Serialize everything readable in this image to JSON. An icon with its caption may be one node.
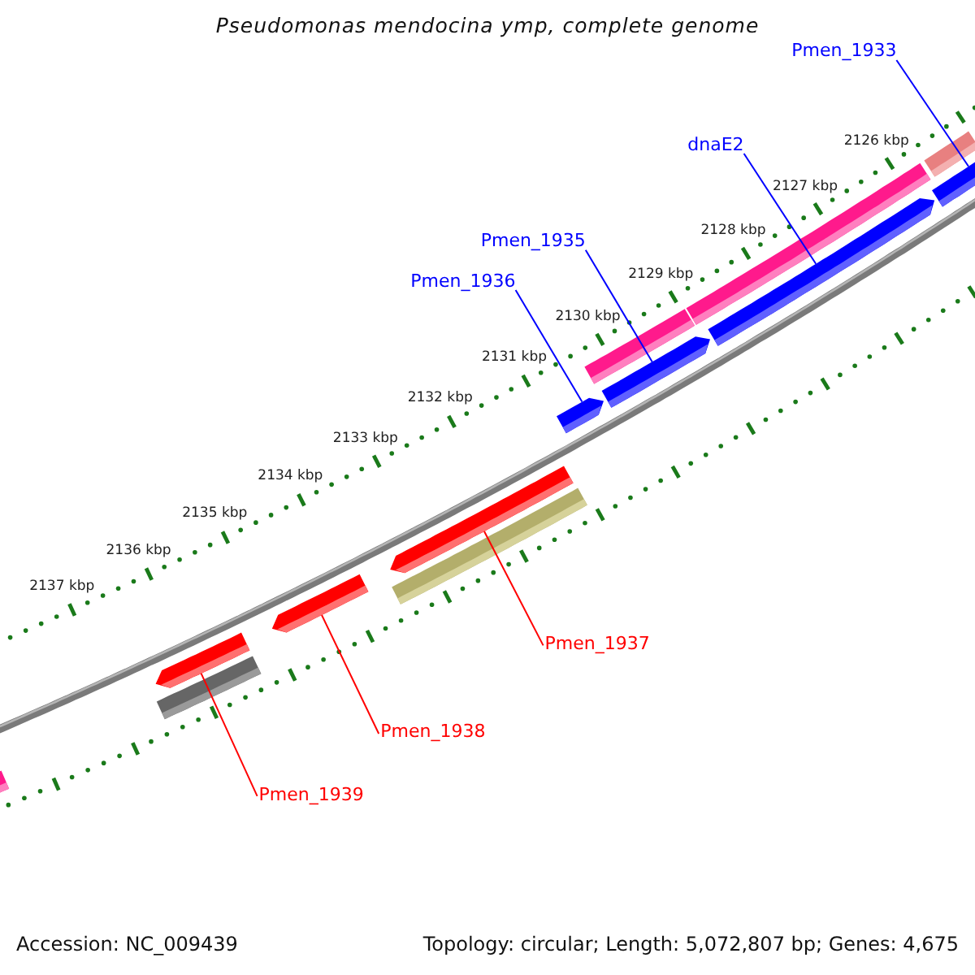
{
  "diagram": {
    "title": "Pseudomonas mendocina ymp, complete genome",
    "nodes": [
      {
        "text": [
          "Pmen_1933"
        ]
      },
      {
        "text": [
          "dnaE2"
        ]
      },
      {
        "text": [
          "Pmen_1935"
        ]
      },
      {
        "text": [
          "Pmen_1936"
        ]
      },
      {
        "text": [
          "Pmen_1937"
        ]
      },
      {
        "text": [
          "Pmen_1938"
        ]
      },
      {
        "text": [
          "Pmen_1939"
        ]
      },
      {
        "text": [],
        "shape": "bar"
      },
      {
        "text": [],
        "shape": "arrow"
      },
      {
        "text": [],
        "shape": "bar"
      },
      {
        "text": [],
        "shape": "arrow"
      },
      {
        "text": [],
        "shape": "arrow"
      },
      {
        "text": [],
        "shape": "bar"
      },
      {
        "text": [],
        "shape": "arrow"
      },
      {
        "text": [],
        "shape": "bar"
      },
      {
        "text": [],
        "shape": "arrow"
      },
      {
        "text": [],
        "shape": "bar"
      },
      {
        "text": [],
        "shape": "arrow"
      },
      {
        "text": [],
        "shape": "bar"
      },
      {
        "text": [],
        "shape": "arrow"
      }
    ],
    "edges": [
      {
        "from": 0,
        "to": 19,
        "arrow": "none"
      },
      {
        "from": 1,
        "to": 17,
        "arrow": "none"
      },
      {
        "from": 2,
        "to": 15,
        "arrow": "none"
      },
      {
        "from": 3,
        "to": 13,
        "arrow": "none"
      },
      {
        "from": 4,
        "to": 11,
        "arrow": "none",
        "color": "#ff0000"
      },
      {
        "from": 5,
        "to": 10,
        "arrow": "none",
        "color": "#ff0000"
      },
      {
        "from": 6,
        "to": 8,
        "arrow": "none",
        "color": "#ff0000"
      }
    ],
    "labels": [
      "2126 kbp",
      "2127 kbp",
      "2128 kbp",
      "2129 kbp",
      "2130 kbp",
      "2131 kbp",
      "2132 kbp",
      "2133 kbp",
      "2134 kbp",
      "2135 kbp",
      "2136 kbp",
      "2137 kbp",
      "Accession: NC_009439",
      "Topology: circular; Length: 5,072,807 bp; Genes: 4,675"
    ]
  }
}
